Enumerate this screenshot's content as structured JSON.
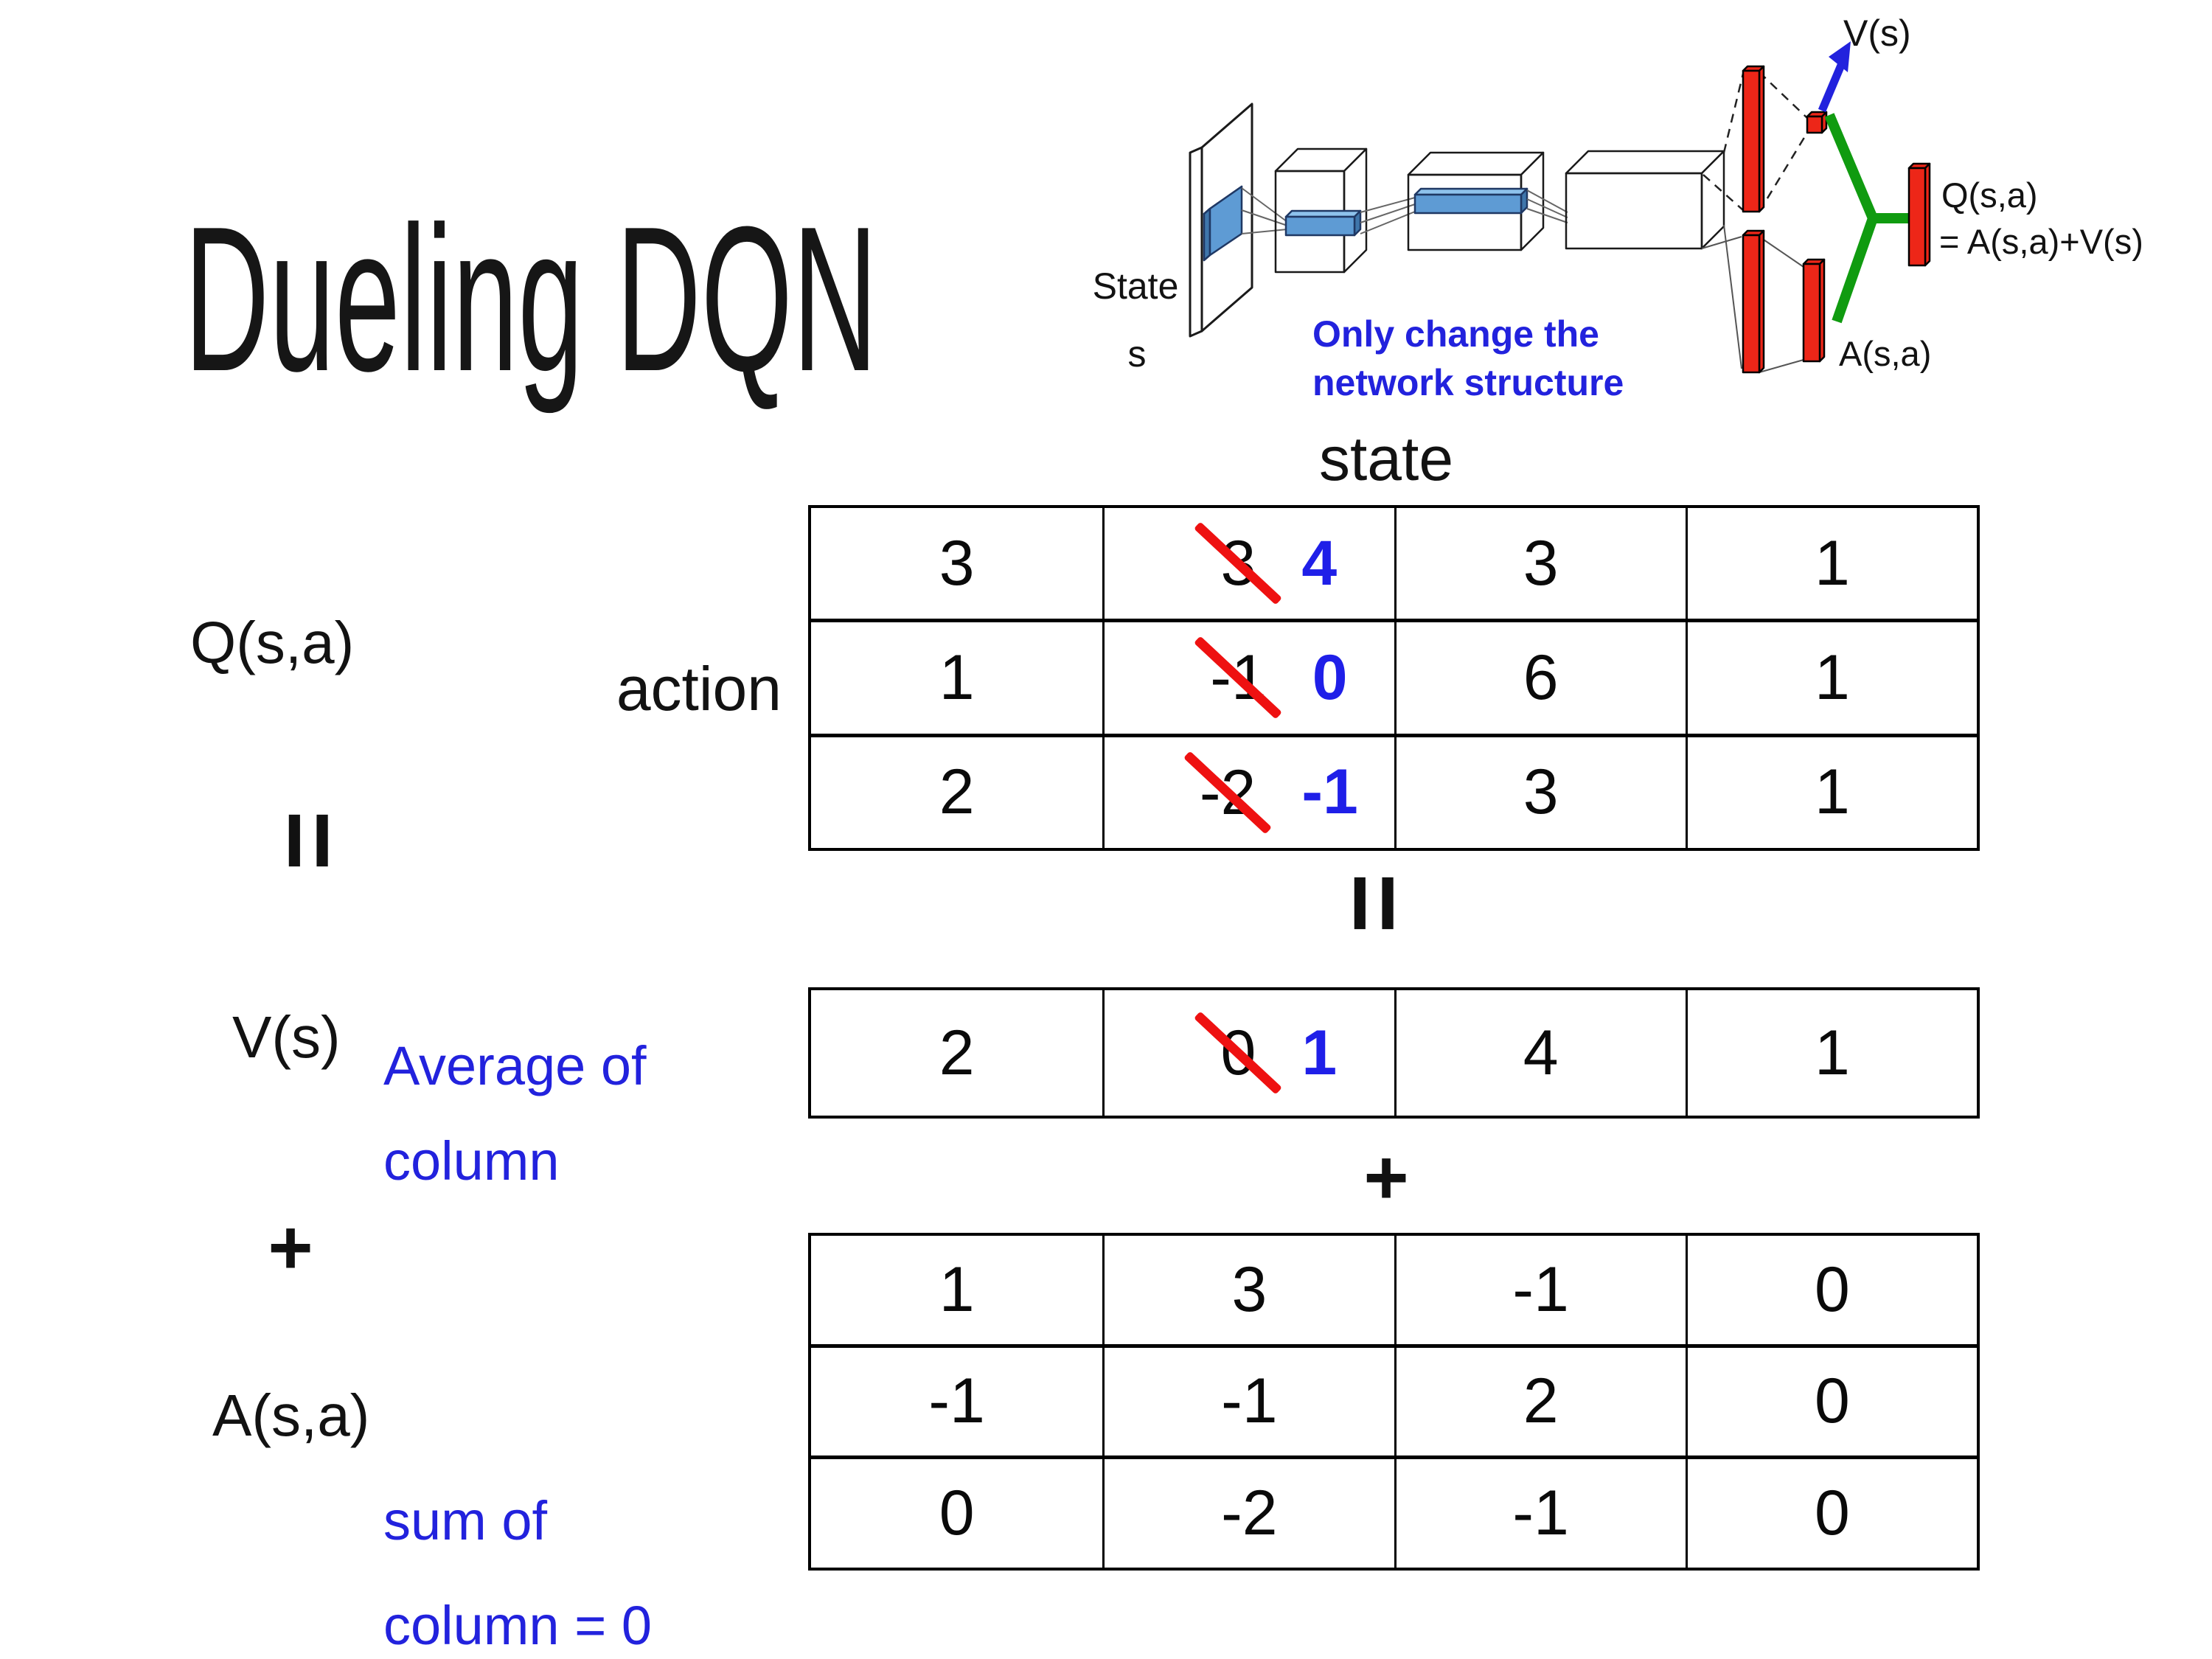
{
  "title": "Dueling DQN",
  "colors": {
    "accent_blue": "#2222dd",
    "strike_red": "#ee1111",
    "bar_red": "#ed2618",
    "link_green": "#109b10",
    "slab_blue": "#5e9bd4"
  },
  "diagram": {
    "state_line1": "State",
    "state_line2": "s",
    "note_line1": "Only change the",
    "note_line2": "network structure",
    "v_out_label": "V(s)",
    "q_out_label": "Q(s,a)",
    "q_out_formula": "= A(s,a)+V(s)",
    "a_out_label": "A(s,a)"
  },
  "labels": {
    "q": "Q(s,a)",
    "equals": "=",
    "v": "V(s)",
    "plus": "+",
    "a": "A(s,a)",
    "v_note1": "Average of",
    "v_note2": "column",
    "a_note1": "sum of",
    "a_note2": "column = 0",
    "state": "state",
    "action": "action"
  },
  "q_table": {
    "rows": [
      {
        "c1": "3",
        "c2_old": "3",
        "c2_new": "4",
        "c3": "3",
        "c4": "1"
      },
      {
        "c1": "1",
        "c2_old": "-1",
        "c2_new": "0",
        "c3": "6",
        "c4": "1"
      },
      {
        "c1": "2",
        "c2_old": "-2",
        "c2_new": "-1",
        "c3": "3",
        "c4": "1"
      }
    ]
  },
  "v_table": {
    "c1": "2",
    "c2_old": "0",
    "c2_new": "1",
    "c3": "4",
    "c4": "1"
  },
  "a_table": {
    "rows": [
      {
        "c1": "1",
        "c2": "3",
        "c3": "-1",
        "c4": "0"
      },
      {
        "c1": "-1",
        "c2": "-1",
        "c3": "2",
        "c4": "0"
      },
      {
        "c1": "0",
        "c2": "-2",
        "c3": "-1",
        "c4": "0"
      }
    ]
  }
}
